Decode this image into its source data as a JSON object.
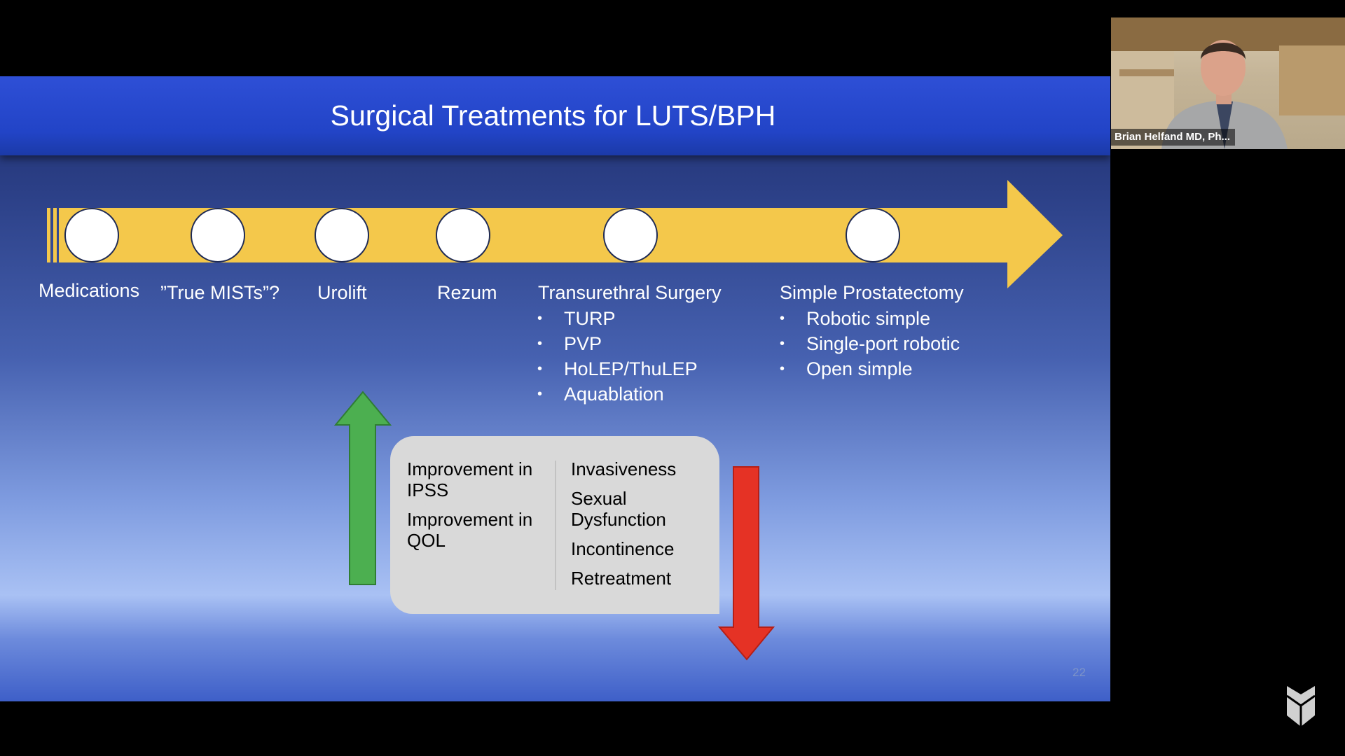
{
  "slide": {
    "title": "Surgical Treatments for LUTS/BPH",
    "number": "22",
    "colors": {
      "title_bar": "#2244c7",
      "timeline": "#f4c84b",
      "up_arrow": "#4caf50",
      "down_arrow": "#e53225",
      "box": "#d9d9d9"
    },
    "timeline": {
      "nodes": [
        {
          "label": "Medications"
        },
        {
          "label": "”True MISTs”?"
        },
        {
          "label": "Urolift"
        },
        {
          "label": "Rezum"
        },
        {
          "label": "Transurethral Surgery",
          "items": [
            "TURP",
            "PVP",
            "HoLEP/ThuLEP",
            "Aquablation"
          ]
        },
        {
          "label": "Simple Prostatectomy",
          "items": [
            "Robotic simple",
            "Single-port robotic",
            "Open simple"
          ]
        }
      ]
    },
    "outcomes": {
      "increase": [
        "Improvement in IPSS",
        "Improvement in QOL"
      ],
      "decrease": [
        "Invasiveness",
        "Sexual Dysfunction",
        "Incontinence",
        "Retreatment"
      ]
    }
  },
  "bullet": "•",
  "webcam": {
    "participant_name": "Brian Helfand MD, Ph..."
  },
  "app": {
    "logo_icon": "chevron-shield-logo"
  }
}
